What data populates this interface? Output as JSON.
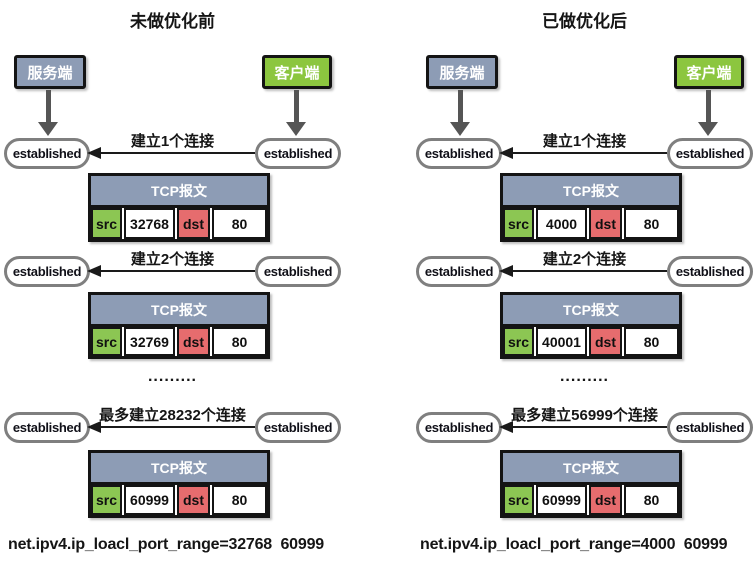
{
  "colors": {
    "server_box": "#8d9cb5",
    "client_box": "#8cc63f",
    "tcp_header": "#8d9cb5",
    "src_cell": "#8cc653",
    "dst_cell": "#e66c6e",
    "arrow_gray": "#555555",
    "oval_border": "#7f7f7f"
  },
  "columns": [
    {
      "title": "未做优化前",
      "server_label": "服务端",
      "client_label": "客户端",
      "established_label": "established",
      "dots": ".........",
      "rows": [
        {
          "arrow_label": "建立1个连接",
          "tcp_title": "TCP报文",
          "src_label": "src",
          "src_port": "32768",
          "dst_label": "dst",
          "dst_port": "80"
        },
        {
          "arrow_label": "建立2个连接",
          "tcp_title": "TCP报文",
          "src_label": "src",
          "src_port": "32769",
          "dst_label": "dst",
          "dst_port": "80"
        },
        {
          "arrow_label": "最多建立28232个连接",
          "tcp_title": "TCP报文",
          "src_label": "src",
          "src_port": "60999",
          "dst_label": "dst",
          "dst_port": "80"
        }
      ],
      "footer": "net.ipv4.ip_loacl_port_range=32768  60999"
    },
    {
      "title": "已做优化后",
      "server_label": "服务端",
      "client_label": "客户端",
      "established_label": "established",
      "dots": ".........",
      "rows": [
        {
          "arrow_label": "建立1个连接",
          "tcp_title": "TCP报文",
          "src_label": "src",
          "src_port": "4000",
          "dst_label": "dst",
          "dst_port": "80"
        },
        {
          "arrow_label": "建立2个连接",
          "tcp_title": "TCP报文",
          "src_label": "src",
          "src_port": "40001",
          "dst_label": "dst",
          "dst_port": "80"
        },
        {
          "arrow_label": "最多建立56999个连接",
          "tcp_title": "TCP报文",
          "src_label": "src",
          "src_port": "60999",
          "dst_label": "dst",
          "dst_port": "80"
        }
      ],
      "footer": "net.ipv4.ip_loacl_port_range=4000  60999"
    }
  ]
}
